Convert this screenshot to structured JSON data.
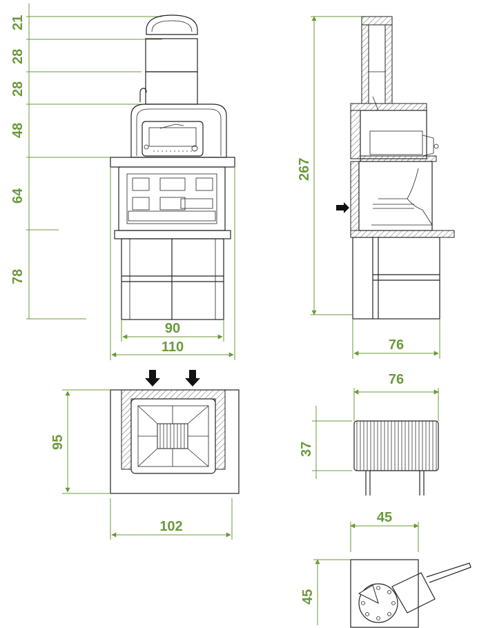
{
  "colors": {
    "dimension": "#6a9a3a",
    "outline": "#222222",
    "background": "#ffffff"
  },
  "front_view": {
    "heights": [
      "21",
      "28",
      "28",
      "48",
      "64",
      "78"
    ],
    "widths": [
      "90",
      "110"
    ]
  },
  "side_view": {
    "height": "267",
    "width": "76"
  },
  "plan_view": {
    "depth": "95",
    "width": "102"
  },
  "grill_view": {
    "width": "76",
    "height": "37"
  },
  "detail_view": {
    "width": "45",
    "height": "45"
  }
}
